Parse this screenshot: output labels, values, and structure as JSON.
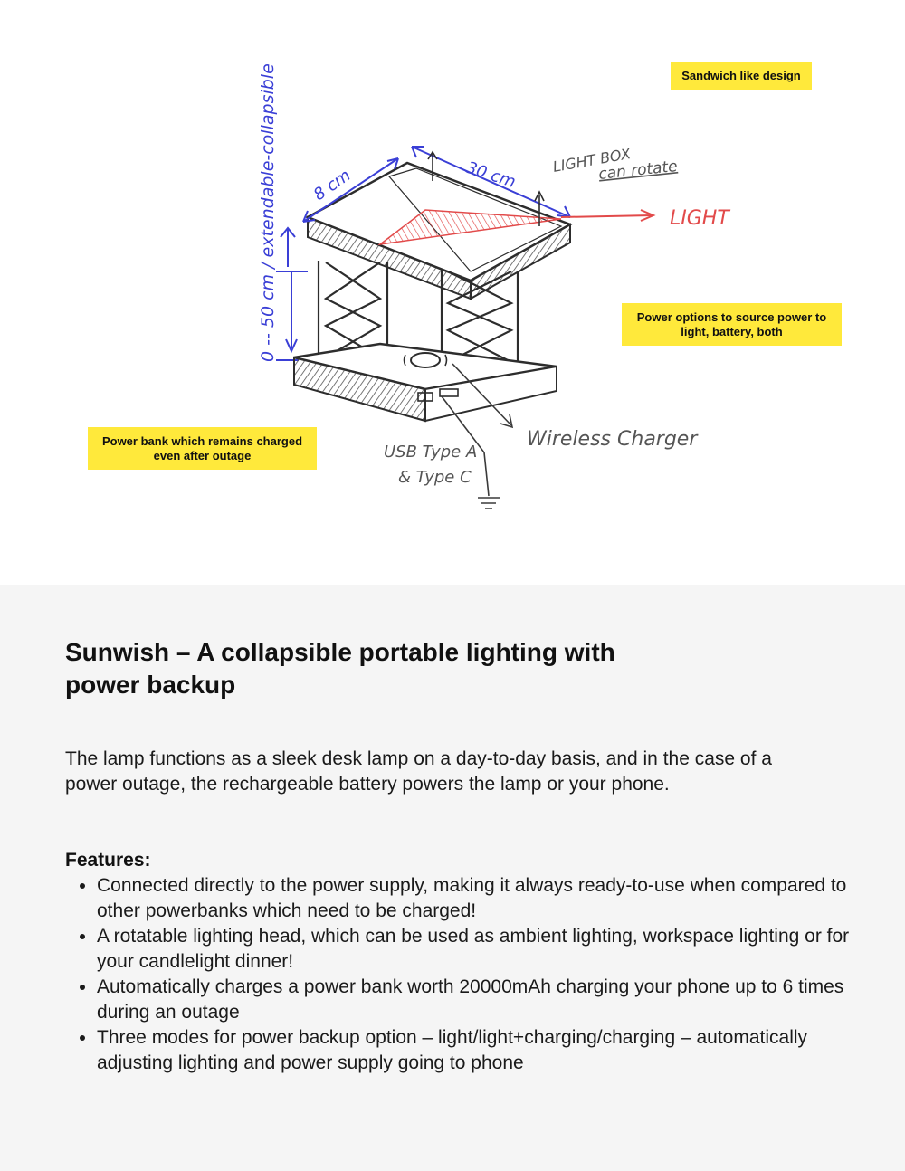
{
  "sketch": {
    "dimension_vertical": "0 -- 50 cm / extendable-collapsible",
    "dimension_depth": "8 cm",
    "dimension_width": "30 cm",
    "label_light_box": "LIGHT BOX",
    "label_can_rotate": "can rotate",
    "label_light": "LIGHT",
    "label_wireless": "Wireless Charger",
    "label_usb_a": "USB Type A",
    "label_usb_c": "& Type C",
    "pen_color": "#3a3a3a",
    "blue_ink": "#3a3fd6",
    "red_ink": "#e24a4a"
  },
  "notes": {
    "sandwich": "Sandwich like design",
    "power_options": "Power options to source power to light, battery, both",
    "power_bank": "Power bank which remains charged even after outage"
  },
  "content": {
    "title": "Sunwish – A collapsible portable lighting with power backup",
    "intro": "The lamp functions as a sleek desk lamp on a day-to-day basis, and in the case of a power outage, the rechargeable battery powers the lamp or your phone.",
    "features_heading": "Features:",
    "features": [
      "Connected directly to the power supply, making it always ready-to-use when compared to other powerbanks which need to be charged!",
      "A rotatable lighting head, which can be used as ambient lighting, workspace lighting or for your candlelight dinner!",
      "Automatically charges a power bank worth 20000mAh charging your phone up to 6 times during an outage",
      "Three modes for power backup option – light/light+charging/charging – automatically adjusting lighting and power supply going to phone"
    ]
  }
}
